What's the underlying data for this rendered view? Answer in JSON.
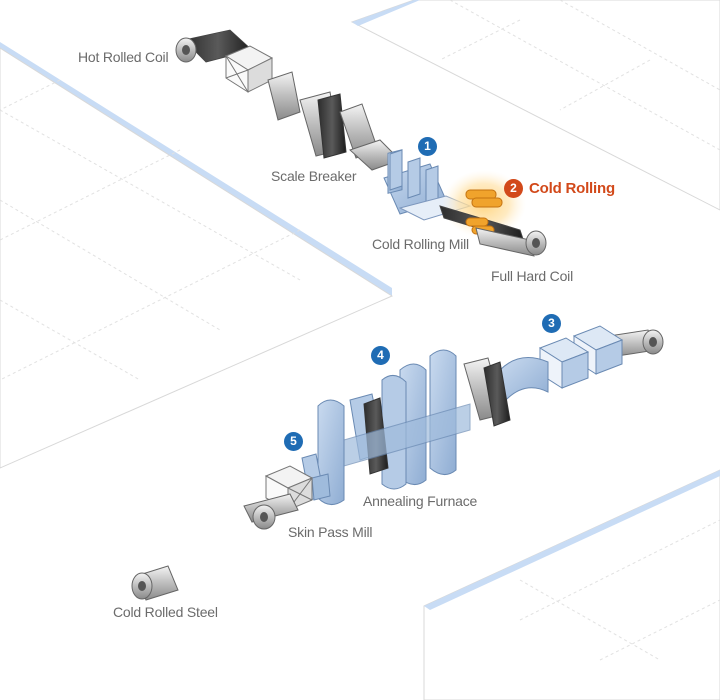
{
  "labels": {
    "hot_rolled_coil": "Hot Rolled Coil",
    "scale_breaker": "Scale Breaker",
    "cold_rolling_mill": "Cold Rolling Mill",
    "cold_rolling": "Cold Rolling",
    "full_hard_coil": "Full Hard Coil",
    "annealing_furnace": "Annealing Furnace",
    "skin_pass_mill": "Skin Pass Mill",
    "cold_rolled_steel": "Cold Rolled Steel"
  },
  "steps": [
    "1",
    "2",
    "3",
    "4",
    "5"
  ],
  "colors": {
    "accent_blue": "#1f6cb4",
    "highlight_orange": "#d2491a",
    "equipment_blue": "#9fbbdc",
    "floor_edge": "#c8dcf5"
  }
}
